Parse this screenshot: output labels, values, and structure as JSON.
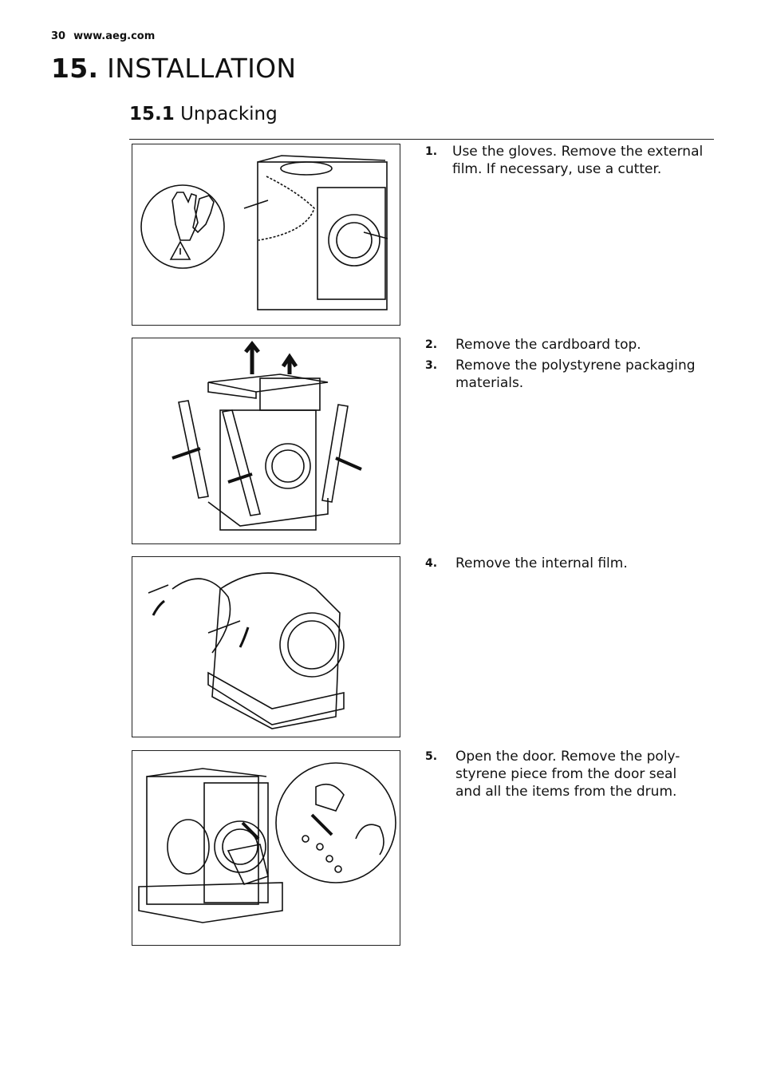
{
  "header": {
    "page_number": "30",
    "url": "www.aeg.com"
  },
  "section": {
    "number": "15.",
    "title": "INSTALLATION"
  },
  "subsection": {
    "number": "15.1",
    "title": "Unpacking"
  },
  "steps": [
    {
      "number": "1.",
      "text": "Use the gloves. Remove the external film. If necessary, use a cutter."
    },
    {
      "number": "2.",
      "text": "Remove the cardboard top."
    },
    {
      "number": "3.",
      "text": "Remove the polystyrene packaging materials."
    },
    {
      "number": "4.",
      "text": "Remove the internal film."
    },
    {
      "number": "5.",
      "text": "Open the door. Remove the poly-styrene piece from the door seal and all the items from the drum."
    }
  ]
}
